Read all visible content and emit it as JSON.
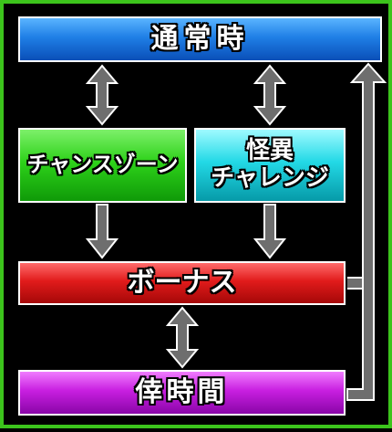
{
  "nodes": {
    "normal": "通常時",
    "chance_zone": "チャンスゾーン",
    "kaii_challenge": "怪異\nチャレンジ",
    "bonus": "ボーナス",
    "sai_time": "倖時間"
  },
  "colors": {
    "frame": "#3cc41c",
    "arrow_fill": "#6e6e6e",
    "arrow_stroke": "#ffffff",
    "normal": "#1f7fe6",
    "chance_zone": "#2ed21a",
    "kaii_challenge": "#23d9e6",
    "bonus": "#e11b1b",
    "sai_time": "#c81fe0"
  }
}
